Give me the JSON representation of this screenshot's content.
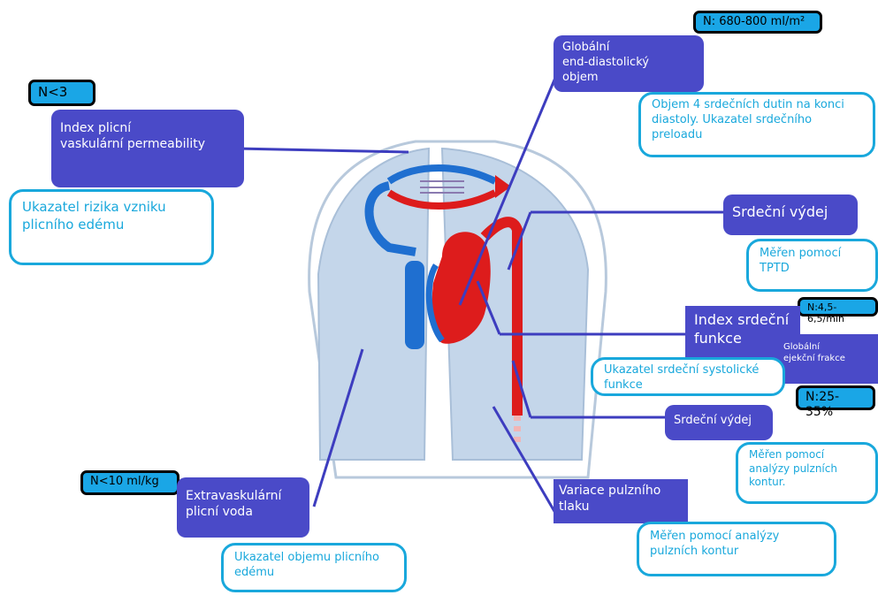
{
  "labels": {
    "gedv": "Globální\n end-diastolický\nobjem",
    "pvpi": "Index plicní\nvaskulární permeability",
    "co_top": "Srdeční výdej",
    "cfi": "Index srdeční\nfunkce",
    "gef": "Globální\nejekční frakce",
    "co_bottom": "Srdeční výdej",
    "ppv": "Variace pulzního\ntlaku",
    "evlw": "Extravaskulární\nplicní voda"
  },
  "notes": {
    "gedv": "Objem 4 srdečních dutin na konci diastoly. Ukazatel srdečního preloadu",
    "pvpi": "Ukazatel rizika vzniku plicního edému",
    "co_top": "Měřen pomocí TPTD",
    "cfi": "Ukazatel srdeční systolické funkce",
    "co_bottom": "Měřen pomocí analýzy pulzních kontur.",
    "ppv": "Měřen pomocí analýzy pulzních kontur",
    "evlw": "Ukazatel objemu plicního edému"
  },
  "norms": {
    "gedv": "N: 680-800 ml/m²",
    "pvpi": "N<3",
    "cfi": "N:4,5-6,5/min",
    "gef": "N:25-35%",
    "evlw": "N<10 ml/kg"
  },
  "colors": {
    "label_bg": "#4a4ac8",
    "note_border": "#19a8dc",
    "norm_bg": "#1aa6e6",
    "connector": "#3d3dbf",
    "lung": "#c4d6ea",
    "venous": "#1f6fd0",
    "arterial": "#dd1c1c"
  }
}
